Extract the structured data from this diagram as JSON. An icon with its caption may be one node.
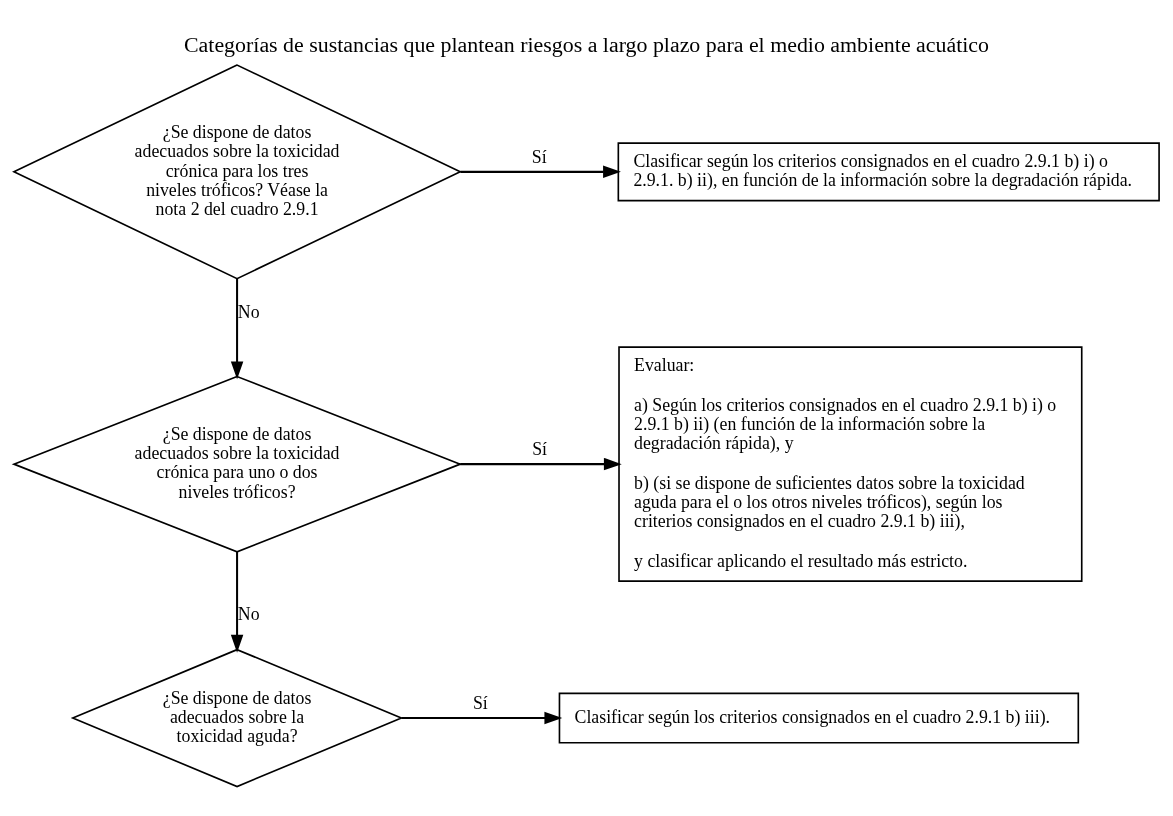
{
  "diagram": {
    "title": "Categorías de sustancias que plantean riesgos a largo plazo para el medio ambiente acuático",
    "nodes": [
      {
        "text": [
          "¿Se dispone de datos adecuados sobre la toxicidad crónica para los tres niveles tróficos? Véase la nota 2 del cuadro 2.9.1"
        ]
      },
      {
        "text": [
          "Clasificar según los criterios consignados en el cuadro 2.9.1 b) i) o 2.9.1. b) ii), en función de la información sobre la degradación rápida."
        ]
      },
      {
        "text": [
          "¿Se dispone de datos adecuados sobre la toxicidad crónica para uno o dos niveles tróficos?"
        ]
      },
      {
        "text": [
          "Evaluar:",
          "a) Según los criterios consignados en el cuadro 2.9.1 b) i) o 2.9.1 b) ii) (en función de la información sobre la degradación rápida), y",
          "b) (si se dispone de suficientes datos sobre la toxicidad aguda para el o los otros niveles tróficos), según los criterios consignados en el cuadro 2.9.1 b) iii),",
          "y clasificar aplicando el resultado más estricto."
        ]
      },
      {
        "text": [
          "¿Se dispone de datos adecuados sobre la toxicidad aguda?"
        ]
      },
      {
        "text": [
          "Clasificar según los criterios consignados en el cuadro 2.9.1 b) iii)."
        ]
      }
    ],
    "edges": [
      {
        "from": 0,
        "to": 1,
        "arrow": "to",
        "label": "Sí"
      },
      {
        "from": 0,
        "to": 2,
        "arrow": "to",
        "label": "No"
      },
      {
        "from": 2,
        "to": 3,
        "arrow": "to",
        "label": "Sí"
      },
      {
        "from": 2,
        "to": 4,
        "arrow": "to",
        "label": "No"
      },
      {
        "from": 4,
        "to": 5,
        "arrow": "to",
        "label": "Sí"
      }
    ]
  }
}
